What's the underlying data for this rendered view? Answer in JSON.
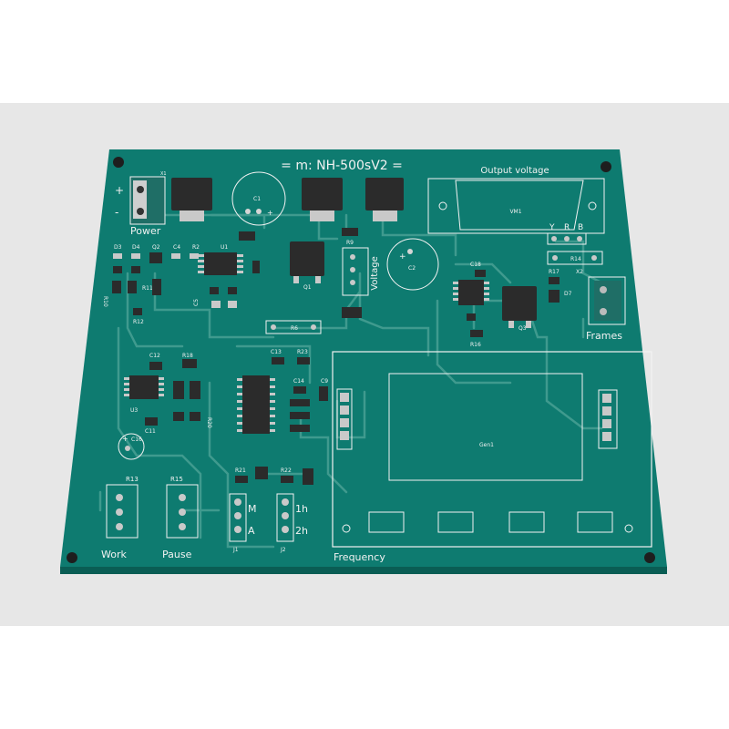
{
  "board": {
    "title": "= m: NH-500sV2 =",
    "output_voltage_label": "Output voltage",
    "power_label": "Power",
    "voltage_label": "Voltage",
    "frames_label": "Frames",
    "frequency_label": "Frequency",
    "work_label": "Work",
    "pause_label": "Pause",
    "plus": "+",
    "minus": "-",
    "colors": {
      "pcb": "#0e7b70",
      "trace": "#3f9a8e",
      "silkscreen": "#f2f2f2",
      "chip": "#2b2b2b"
    }
  },
  "designators": {
    "X1": "X1",
    "C1": "C1",
    "C2": "C2",
    "VM1": "VM1",
    "Y": "Y",
    "R": "R",
    "B": "B",
    "D3": "D3",
    "D4": "D4",
    "Q2": "Q2",
    "C4": "C4",
    "R2": "R2",
    "U1": "U1",
    "R10": "R10",
    "R11": "R11",
    "R12": "R12",
    "C5": "C5",
    "Q1": "Q1",
    "R9": "R9",
    "R6": "R6",
    "C18": "C18",
    "R14": "R14",
    "X2": "X2",
    "R17": "R17",
    "D7": "D7",
    "Q3": "Q3",
    "R16": "R16",
    "C12": "C12",
    "R18": "R18",
    "U3": "U3",
    "C11": "C11",
    "C16": "C16",
    "R20": "R20",
    "C13": "C13",
    "R23": "R23",
    "C14": "C14",
    "C9": "C9",
    "Gen1": "Gen1",
    "R21": "R21",
    "R22": "R22",
    "R13": "R13",
    "R15": "R15",
    "J1": "J1",
    "J2": "J2",
    "M": "M",
    "A": "A",
    "1h": "1h",
    "2h": "2h"
  }
}
